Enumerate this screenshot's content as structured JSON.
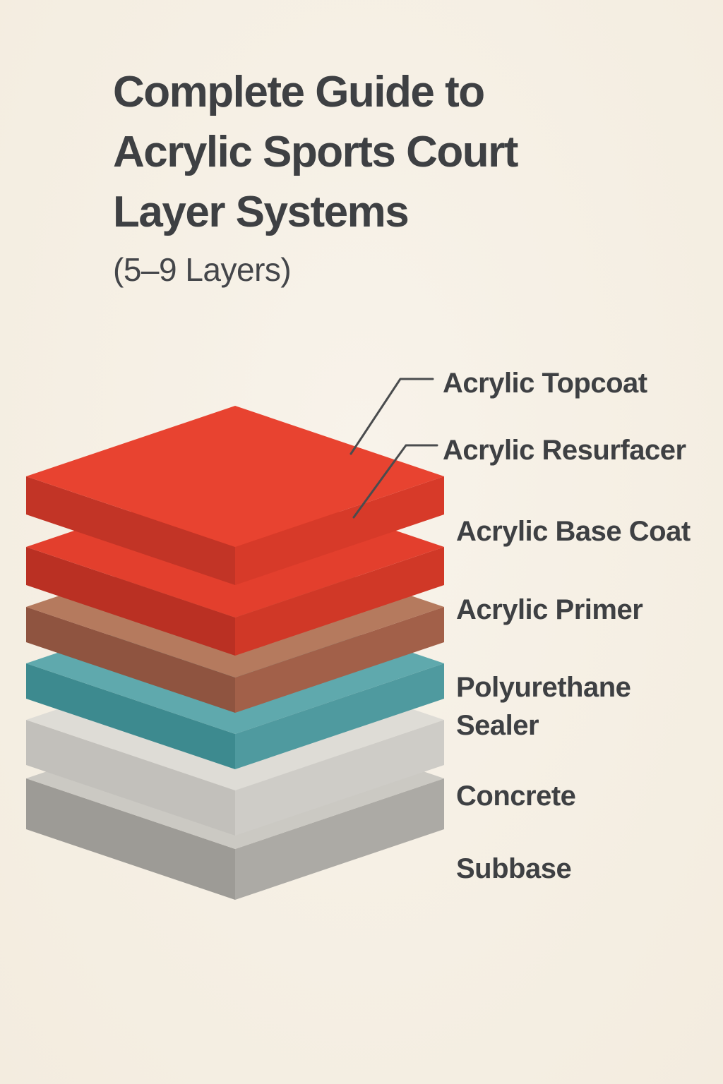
{
  "page": {
    "background": "#F4EFE4",
    "text_color": "#3E4043"
  },
  "header": {
    "title_lines": [
      "Complete Guide to",
      "Acrylic Sports Court",
      "Layer Systems"
    ],
    "subtitle": "(5–9 Layers)"
  },
  "diagram": {
    "line_color": "#4A4C4E",
    "labels": [
      "Acrylic Topcoat",
      "Acrylic Resurfacer",
      "Acrylic Base Coat",
      "Acrylic Primer",
      "Polyurethane Sealer",
      "Concrete",
      "Subbase"
    ],
    "slabs": [
      {
        "id": "topcoat",
        "top": "#E84330",
        "left": "#C23426",
        "right": "#D73A29"
      },
      {
        "id": "resurfacer",
        "top": "#E33F2D",
        "left": "#BA3023",
        "right": "#D03827"
      },
      {
        "id": "primer",
        "top": "#B57A5E",
        "left": "#8F5440",
        "right": "#A26049"
      },
      {
        "id": "sealer",
        "top": "#5FA9AD",
        "left": "#3D8A8F",
        "right": "#4F9A9F"
      },
      {
        "id": "concrete",
        "top": "#DEDCD6",
        "left": "#C2C0BB",
        "right": "#CECCC7"
      },
      {
        "id": "subbase",
        "top": "#CBC9C3",
        "left": "#9D9B96",
        "right": "#ACAAA5"
      }
    ]
  }
}
